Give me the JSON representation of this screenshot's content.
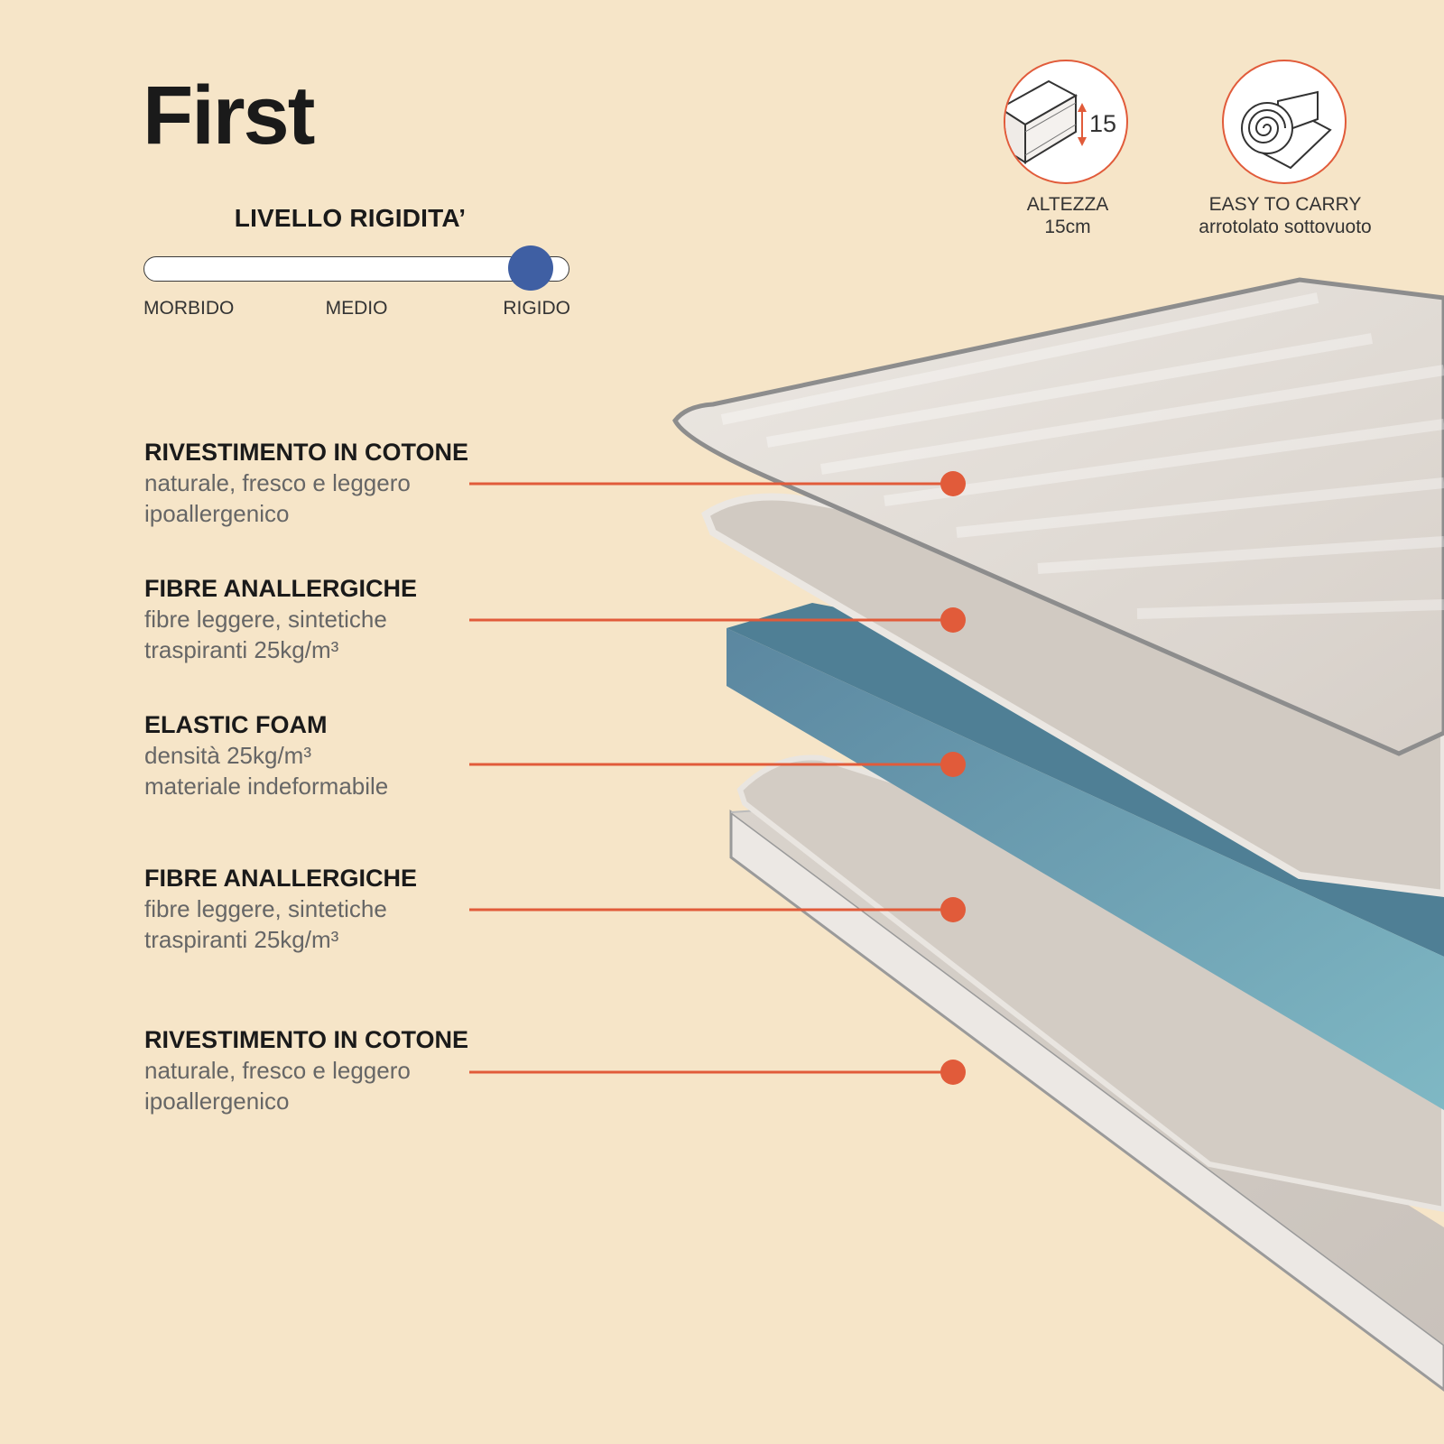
{
  "title": "First",
  "firmness": {
    "heading": "LIVELLO RIGIDITA’",
    "labels": {
      "soft": "MORBIDO",
      "medium": "MEDIO",
      "firm": "RIGIDO"
    },
    "level": 0.91,
    "knob_color": "#3f5fa3"
  },
  "features": [
    {
      "icon": "mattress-height-icon",
      "value": "15",
      "caption_line1": "ALTEZZA",
      "caption_line2": "15cm"
    },
    {
      "icon": "rolled-mattress-icon",
      "caption_line1": "EASY TO CARRY",
      "caption_line2": "arrotolato sottovuoto"
    }
  ],
  "layers": [
    {
      "title": "RIVESTIMENTO IN COTONE",
      "desc1": "naturale, fresco e leggero",
      "desc2": "ipoallergenico"
    },
    {
      "title": "FIBRE ANALLERGICHE",
      "desc1": "fibre leggere, sintetiche",
      "desc2": "traspiranti 25kg/m³"
    },
    {
      "title": "ELASTIC FOAM",
      "desc1": "densità 25kg/m³",
      "desc2": "materiale indeformabile"
    },
    {
      "title": "FIBRE ANALLERGICHE",
      "desc1": "fibre leggere, sintetiche",
      "desc2": "traspiranti 25kg/m³"
    },
    {
      "title": "RIVESTIMENTO IN COTONE",
      "desc1": "naturale, fresco e leggero",
      "desc2": "ipoallergenico"
    }
  ],
  "colors": {
    "background": "#f6e5c8",
    "accent": "#e15b3a",
    "foam": "#6fa6b6",
    "cover": "#e4ddd6",
    "fiber": "#d8d1c9"
  }
}
